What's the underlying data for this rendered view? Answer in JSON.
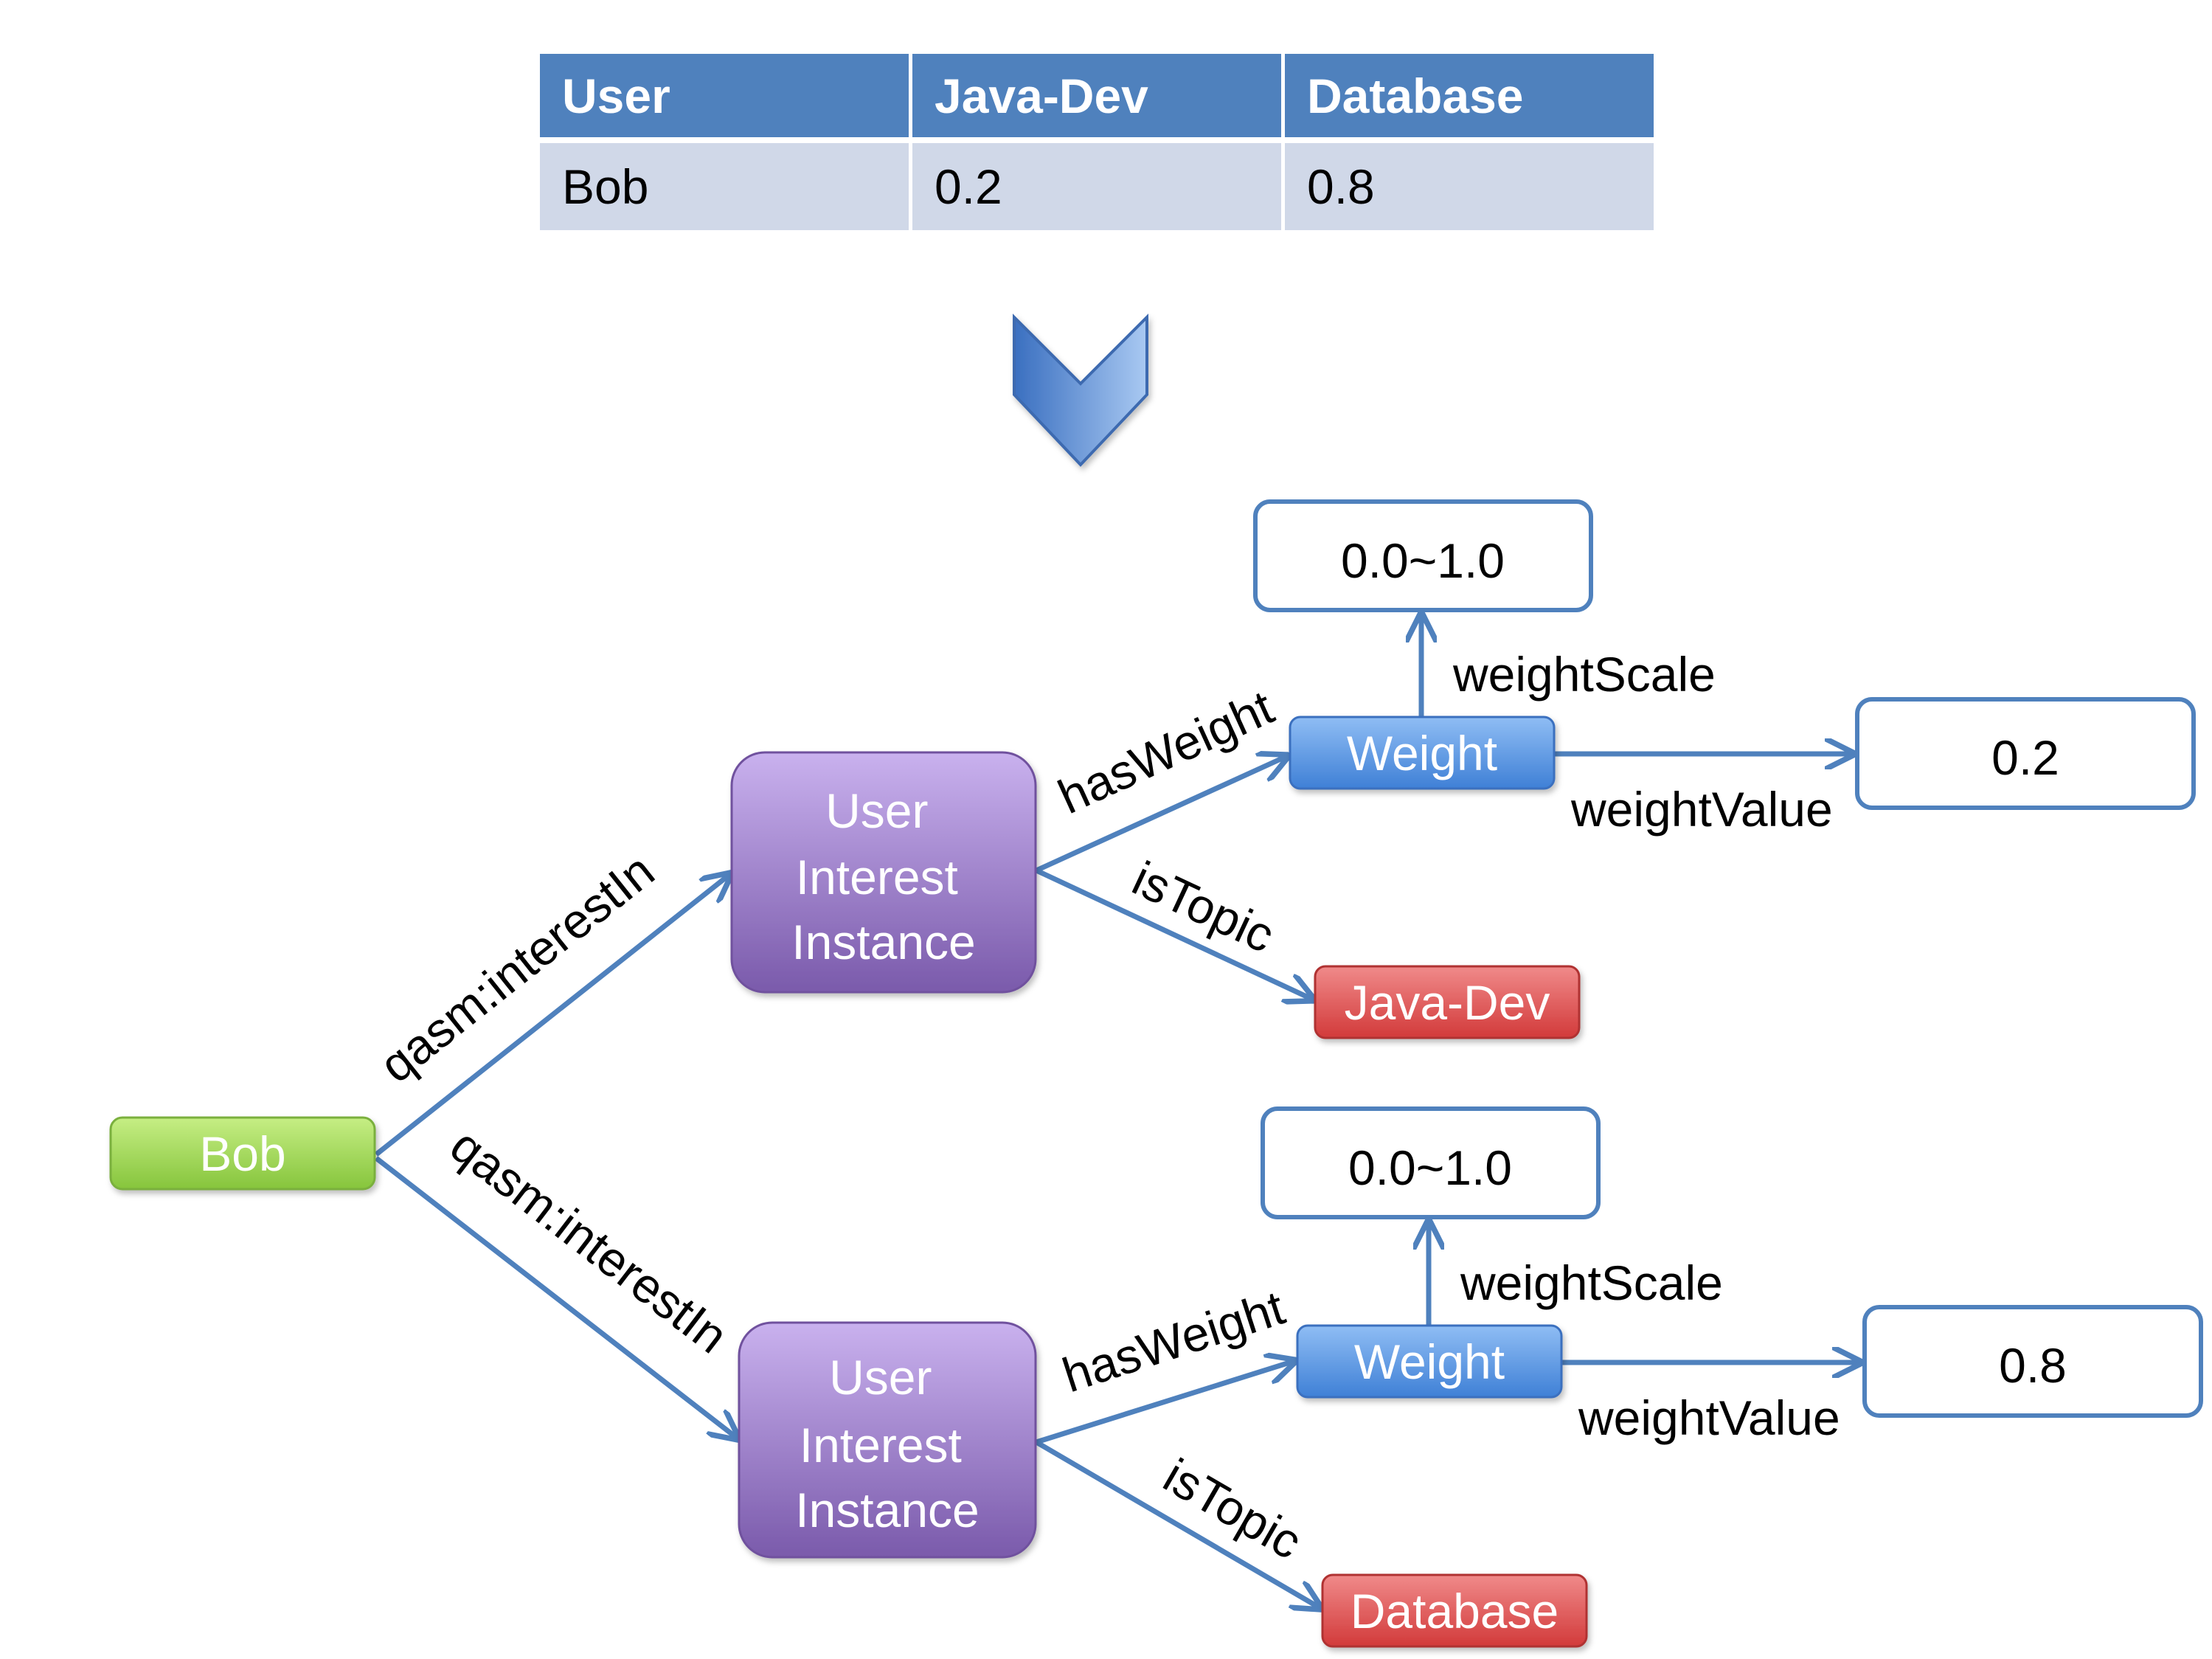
{
  "table": {
    "headers": [
      "User",
      "Java-Dev",
      "Database"
    ],
    "rows": [
      [
        "Bob",
        "0.2",
        "0.8"
      ]
    ]
  },
  "diagram": {
    "bob": "Bob",
    "instance_label": [
      "User",
      "Interest",
      "Instance"
    ],
    "weight_label": "Weight",
    "scale_literal": "0.0~1.0",
    "edges": {
      "interest_in": "qasm:interestIn",
      "has_weight": "hasWeight",
      "is_topic": "isTopic",
      "weight_scale": "weightScale",
      "weight_value": "weightValue"
    },
    "branches": [
      {
        "topic": "Java-Dev",
        "value": "0.2"
      },
      {
        "topic": "Database",
        "value": "0.8"
      }
    ]
  },
  "colors": {
    "table_header": "#4f81bd",
    "table_row": "#d0d8e8",
    "arrow": "#4f81bd",
    "bob_node": "#92d050",
    "instance_node": "#8064a2",
    "weight_node": "#4f81bd",
    "topic_node": "#e04848"
  }
}
